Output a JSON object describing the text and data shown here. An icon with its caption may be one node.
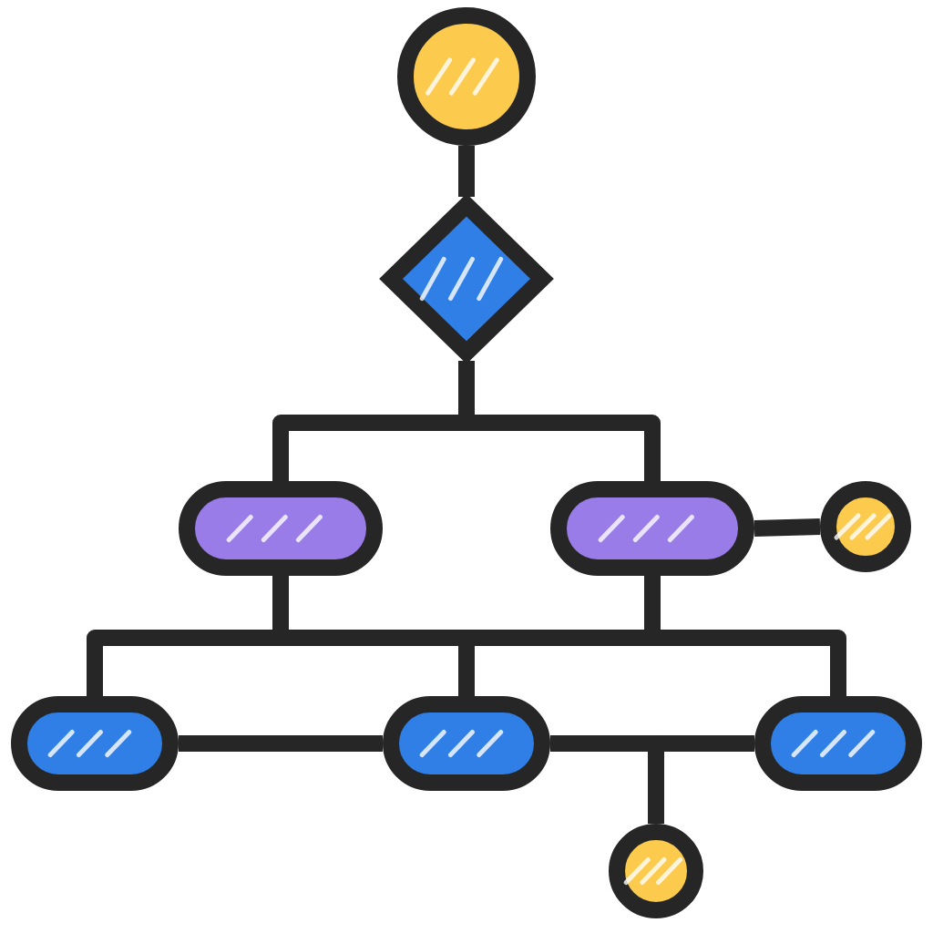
{
  "diagram": {
    "nodes": [
      {
        "text": [],
        "shape": "circle"
      },
      {
        "text": [],
        "shape": "diamond"
      },
      {
        "text": [],
        "shape": "box"
      },
      {
        "text": [],
        "shape": "box"
      },
      {
        "text": [],
        "shape": "circle"
      },
      {
        "text": [],
        "shape": "box"
      },
      {
        "text": [],
        "shape": "box"
      },
      {
        "text": [],
        "shape": "box"
      },
      {
        "text": [],
        "shape": "circle"
      }
    ],
    "edges": [
      {
        "from": 0,
        "to": 1,
        "arrow": "none"
      },
      {
        "from": 1,
        "to": 2,
        "arrow": "none"
      },
      {
        "from": 1,
        "to": 3,
        "arrow": "none"
      },
      {
        "from": 3,
        "to": 4,
        "arrow": "none"
      },
      {
        "from": 2,
        "to": 5,
        "arrow": "none"
      },
      {
        "from": 2,
        "to": 6,
        "arrow": "none"
      },
      {
        "from": 2,
        "to": 7,
        "arrow": "none"
      },
      {
        "from": 3,
        "to": 5,
        "arrow": "none"
      },
      {
        "from": 3,
        "to": 6,
        "arrow": "none"
      },
      {
        "from": 3,
        "to": 7,
        "arrow": "none"
      },
      {
        "from": 5,
        "to": 6,
        "arrow": "none"
      },
      {
        "from": 6,
        "to": 7,
        "arrow": "none"
      },
      {
        "from": 6,
        "to": 8,
        "arrow": "none"
      }
    ]
  }
}
